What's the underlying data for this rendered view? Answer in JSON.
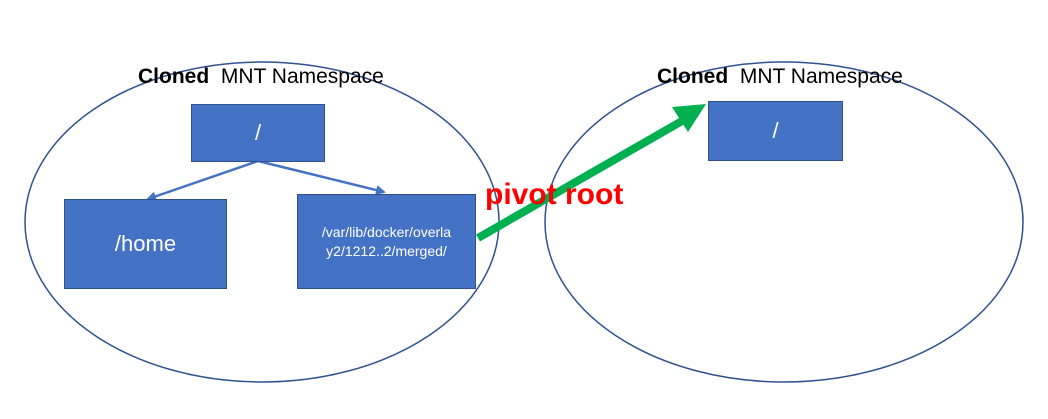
{
  "left_namespace": {
    "title_bold": "Cloned",
    "title_rest": "MNT Namespace",
    "root_label": "/",
    "home_label": "/home",
    "merged_label_line1": "/var/lib/docker/overla",
    "merged_label_line2": "y2/1212..2/merged/"
  },
  "right_namespace": {
    "title_bold": "Cloned",
    "title_rest": "MNT Namespace",
    "root_label": "/"
  },
  "arrow": {
    "label": "pivot root",
    "label_color": "#ff0000",
    "color": "#00b050"
  },
  "colors": {
    "box_fill": "#4472c4",
    "box_border": "#2f528f",
    "tree_line": "#4472c4",
    "ellipse_stroke": "#2f528f"
  }
}
